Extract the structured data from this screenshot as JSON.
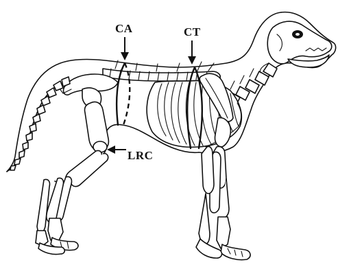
{
  "labels": {
    "ca": "CA",
    "ct": "CT",
    "lrc": "LRC"
  }
}
